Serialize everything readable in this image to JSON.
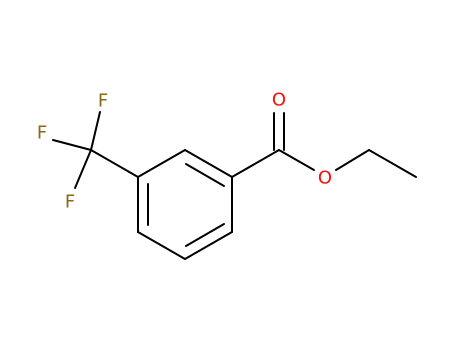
{
  "molecule": {
    "atoms": [
      {
        "id": "O1",
        "symbol": "O",
        "color": "#ff0d0d"
      },
      {
        "id": "O2",
        "symbol": "O",
        "color": "#ff0d0d"
      },
      {
        "id": "F1",
        "symbol": "F",
        "color": "#8b6914"
      },
      {
        "id": "F2",
        "symbol": "F",
        "color": "#8b6914"
      },
      {
        "id": "F3",
        "symbol": "F",
        "color": "#8b6914"
      }
    ],
    "bond_color": "#000000"
  }
}
